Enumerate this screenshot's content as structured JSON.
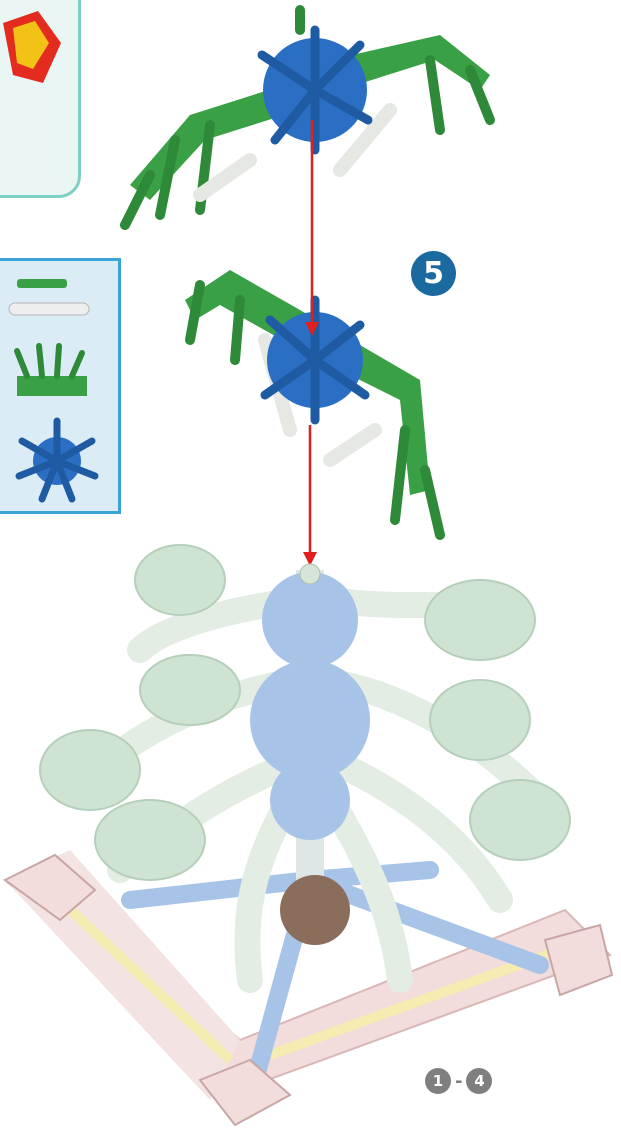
{
  "step": {
    "number": "5"
  },
  "steps_range": {
    "from": "1",
    "separator": "-",
    "to": "4"
  },
  "colors": {
    "green": "#3aa045",
    "blue": "#2b6fc4",
    "white_part": "#e9eee9",
    "pale_blue": "#a7c4e8",
    "pale_green": "#cfe3d3",
    "pink_base": "#f2dcdc",
    "arrow": "#e0201e",
    "badge": "#1a6aa0"
  },
  "icons": [
    "previous-step-callout",
    "parts-list-box",
    "assembly-arrow-icon"
  ]
}
